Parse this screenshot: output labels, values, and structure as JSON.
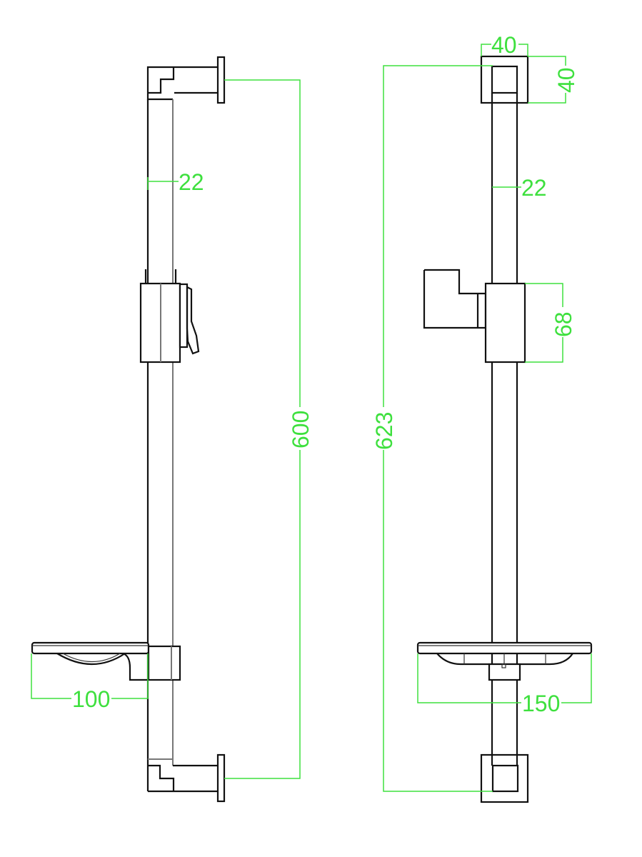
{
  "drawing": {
    "side_view": {
      "dimensions": {
        "tube_diameter": "22",
        "bracket_spacing": "600",
        "soap_dish_depth": "100"
      }
    },
    "front_view": {
      "dimensions": {
        "bracket_width": "40",
        "bracket_height": "40",
        "tube_diameter": "22",
        "slider_height": "68",
        "overall_length": "623",
        "soap_dish_width": "150"
      }
    },
    "colors": {
      "outline": "#111111",
      "dimension": "#3ee03e"
    }
  }
}
